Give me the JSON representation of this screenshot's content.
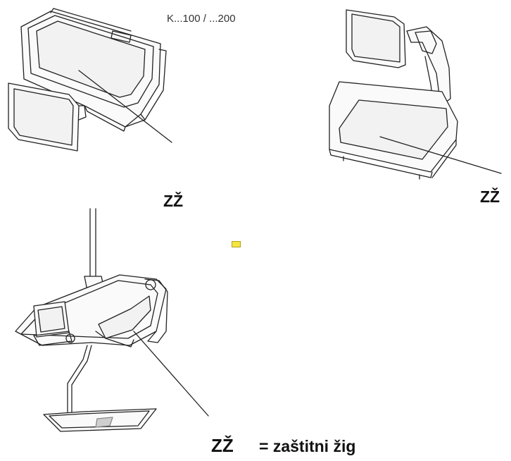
{
  "model_label": "K...100 / ...200",
  "seal_labels": [
    "ZŽ",
    "ZŽ",
    "ZŽ"
  ],
  "legend": {
    "equals": "= zaštitni žig"
  },
  "colors": {
    "line": "#222222",
    "screen": "#f2f2f2",
    "marker": "#f5e642"
  }
}
